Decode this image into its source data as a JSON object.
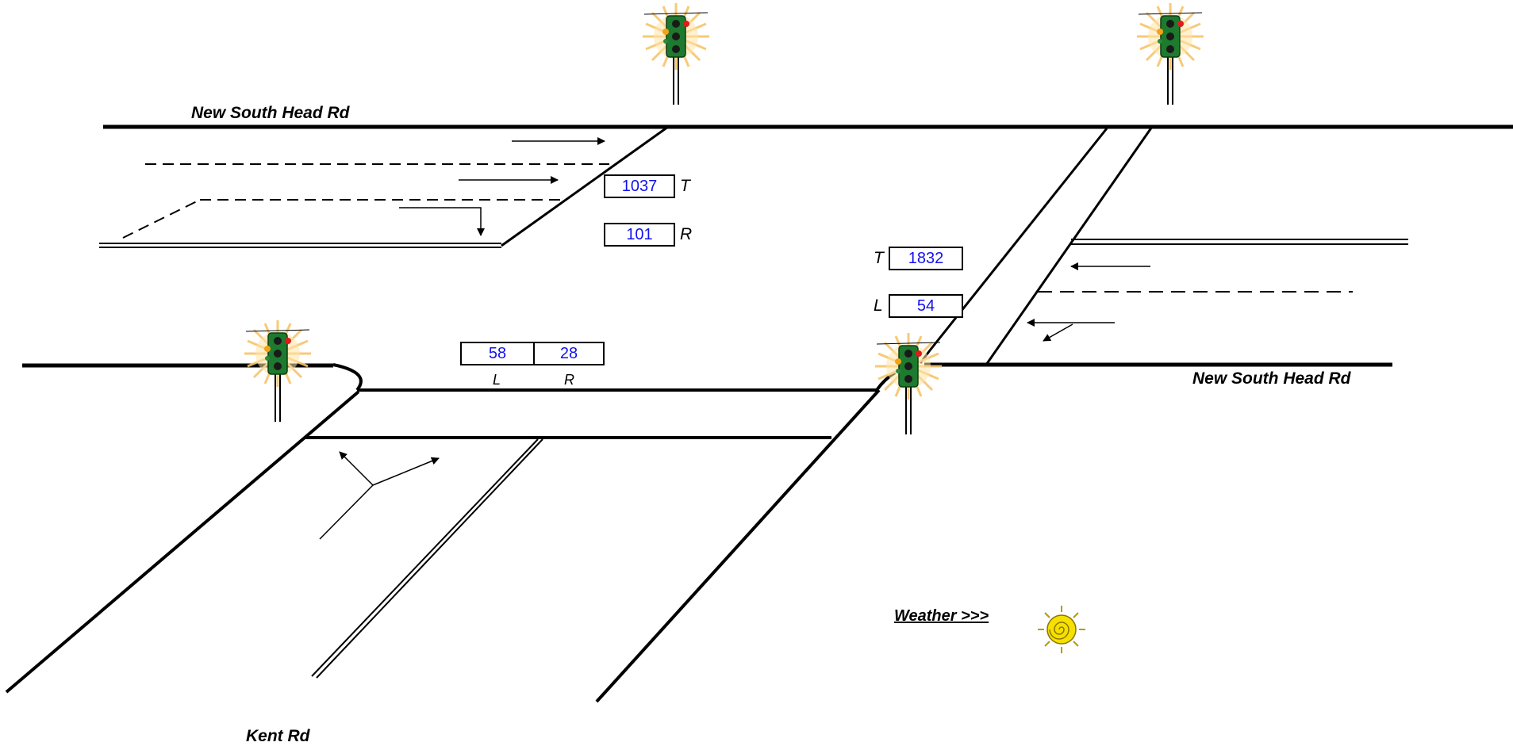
{
  "labels": {
    "road_top": "New South Head Rd",
    "road_right": "New South Head Rd",
    "road_bottom": "Kent Rd"
  },
  "counts": {
    "eastbound_through": {
      "value": "1037",
      "movement": "T"
    },
    "eastbound_right": {
      "value": "101",
      "movement": "R"
    },
    "westbound_through": {
      "value": "1832",
      "movement": "T"
    },
    "westbound_left": {
      "value": "54",
      "movement": "L"
    },
    "kent_left": {
      "value": "58",
      "movement": "L"
    },
    "kent_right": {
      "value": "28",
      "movement": "R"
    }
  },
  "weather": {
    "label": "Weather >>>",
    "icon": "sun-icon"
  },
  "icons": {
    "traffic_light": "traffic-light-icon"
  },
  "colors": {
    "count_text": "#1212ee",
    "light_housing": "#1e7a2e",
    "light_glow": "#ffcf70",
    "sun": "#f5e000"
  }
}
